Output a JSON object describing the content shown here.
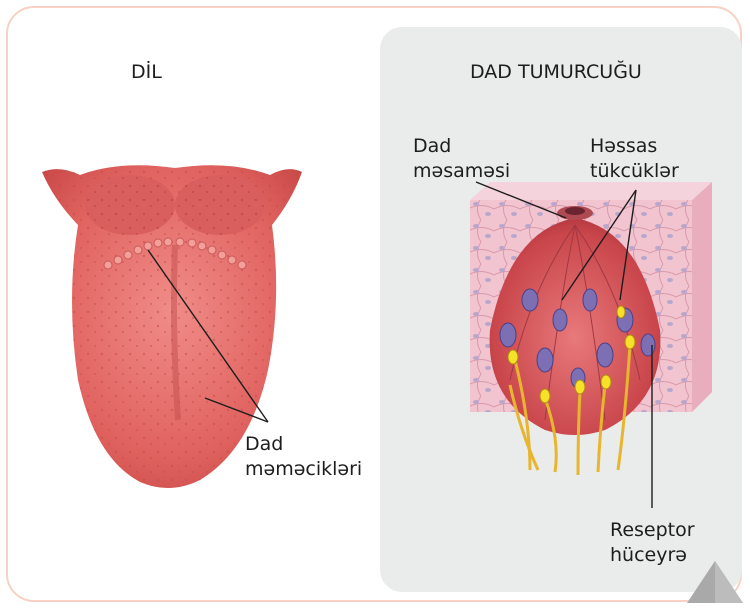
{
  "left_title": "DİL",
  "right_title": "DAD TUMURCUĞU",
  "labels": {
    "dad_masamesi": [
      "Dad",
      "məsaməsi"
    ],
    "hessas_tukcukler": [
      "Həssas",
      "tükcüklər"
    ],
    "dad_memecikleri": [
      "Dad",
      "məməcikləri"
    ],
    "reseptor_huceyre": [
      "Reseptor",
      "hüceyrə"
    ]
  },
  "colors": {
    "frame_border": "#f7d2c4",
    "panel_bg": "#eaebeb",
    "tongue": "#e46a6a",
    "tissue": "#f2c2cf",
    "bud": "#c8404a",
    "nucleus": "#7d6fb4",
    "nerve": "#e8b52e"
  }
}
